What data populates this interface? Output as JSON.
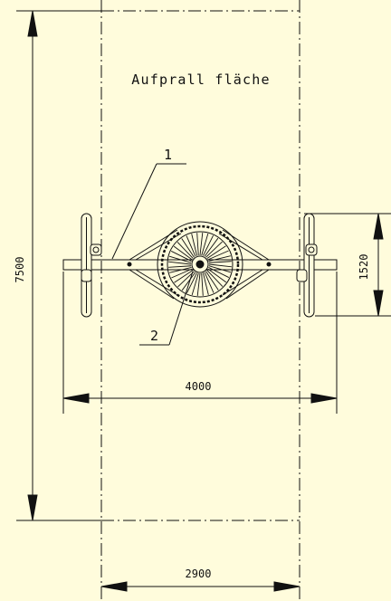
{
  "drawing": {
    "area_label": "Aufprall fläche",
    "dimensions": {
      "total_height": "7500",
      "total_width": "4000",
      "seat_span": "1520",
      "area_width": "2900"
    },
    "callouts": {
      "one": "1",
      "two": "2"
    }
  },
  "colors": {
    "background": "#fffcdc",
    "line": "#111111"
  }
}
